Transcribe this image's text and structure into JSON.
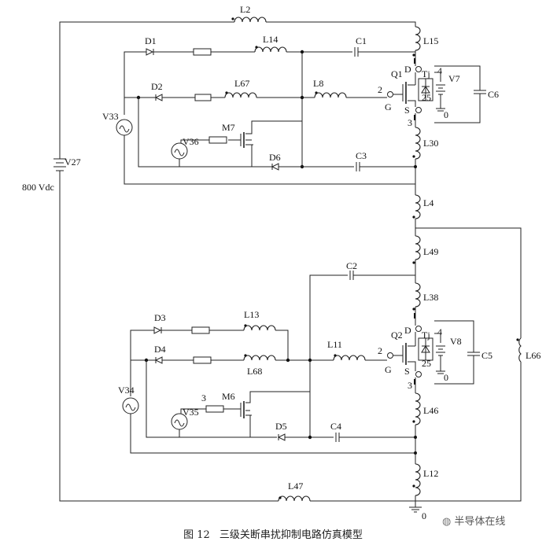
{
  "figure": {
    "number": "图 12",
    "caption": "三级关断串扰抑制电路仿真模型"
  },
  "watermark": {
    "icon": "wechat-icon",
    "text": "半导体在线"
  },
  "source": {
    "name": "V27",
    "value": "800 Vdc"
  },
  "labels": {
    "L2": "L2",
    "L15": "L15",
    "L14": "L14",
    "L67": "L67",
    "L8": "L8",
    "D1": "D1",
    "D2": "D2",
    "D6": "D6",
    "C1": "C1",
    "C3": "C3",
    "V33": "V33",
    "V36": "V36",
    "M7": "M7",
    "Q1": "Q1",
    "Q1_D": "D",
    "Q1_G": "G",
    "Q1_S": "S",
    "Q1_Tj": "Tj",
    "Q1_pin2": "2",
    "Q1_pin3": "3",
    "Q1_pin4": "4",
    "Q1_pin25": "25",
    "V7": "V7",
    "V7_gnd": "0",
    "C6": "C6",
    "L30": "L30",
    "L4": "L4",
    "L49": "L49",
    "C2": "C2",
    "L38": "L38",
    "L66": "L66",
    "D3": "D3",
    "D4": "D4",
    "L13": "L13",
    "L68": "L68",
    "L11": "L11",
    "D5": "D5",
    "C4": "C4",
    "V34": "V34",
    "V35": "V35",
    "V35_pin": "3",
    "M6": "M6",
    "Q2": "Q2",
    "Q2_D": "D",
    "Q2_G": "G",
    "Q2_S": "S",
    "Q2_Tj": "Tj",
    "Q2_pin2": "2",
    "Q2_pin3": "3",
    "Q2_pin4": "4",
    "Q2_pin25": "25",
    "V8": "V8",
    "V8_gnd": "0",
    "C5": "C5",
    "L46": "L46",
    "L12": "L12",
    "L47": "L47",
    "gnd": "0"
  }
}
